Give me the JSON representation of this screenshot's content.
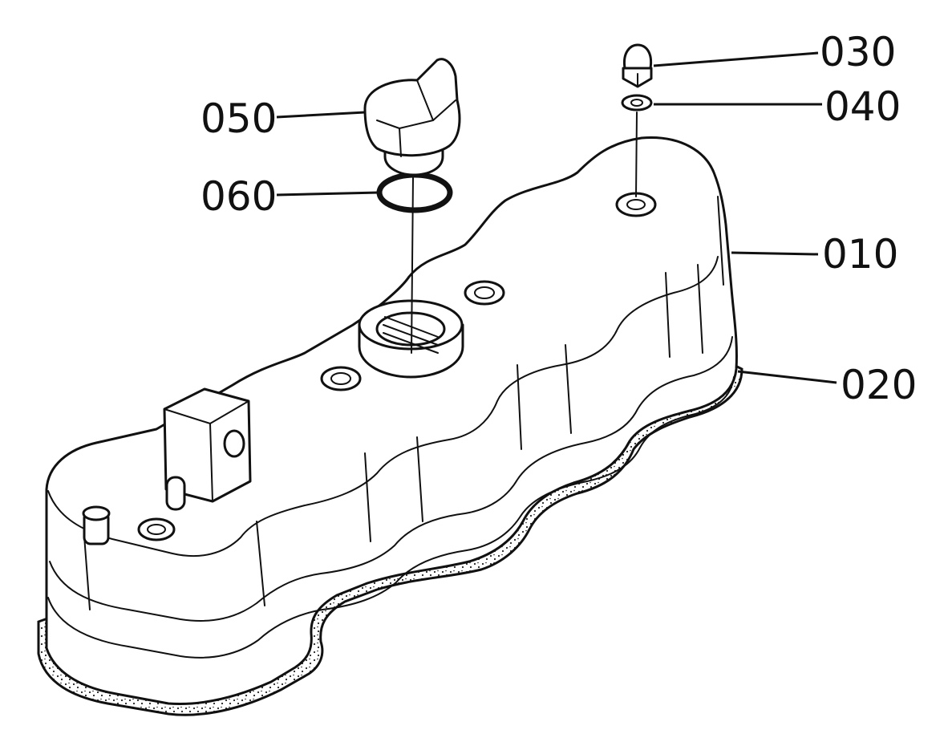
{
  "labels": {
    "p010": "010",
    "p020": "020",
    "p030": "030",
    "p040": "040",
    "p050": "050",
    "p060": "060"
  },
  "colors": {
    "ink": "#111111",
    "paper": "#ffffff"
  }
}
